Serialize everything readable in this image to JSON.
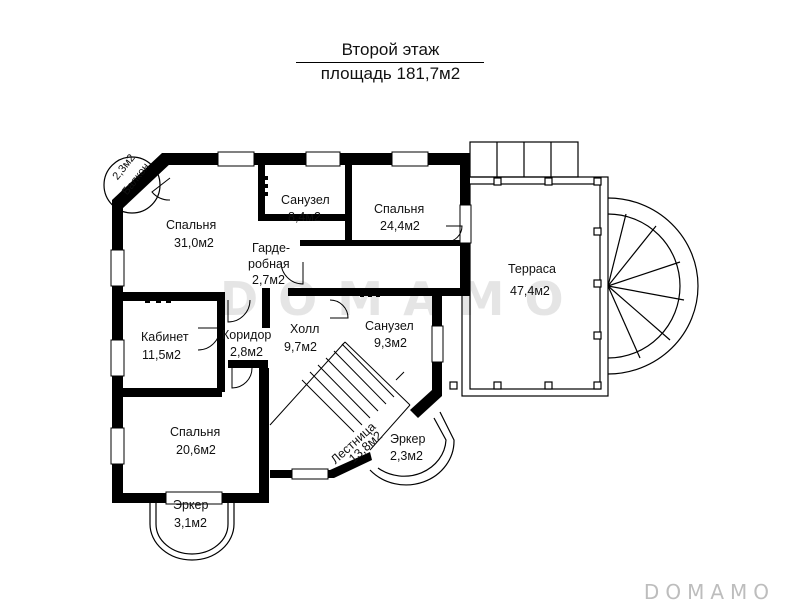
{
  "header": {
    "title": "Второй этаж",
    "area": "площадь 181,7м2"
  },
  "rooms": {
    "balcony": {
      "name": "Балкон",
      "area": "2,3м2"
    },
    "bedroom1": {
      "name": "Спальня",
      "area": "31,0м2"
    },
    "bath1": {
      "name": "Санузел",
      "area": "8,4м2"
    },
    "bedroom2": {
      "name": "Спальня",
      "area": "24,4м2"
    },
    "wardrobe": {
      "name1": "Гарде-",
      "name2": "робная",
      "area": "2,7м2"
    },
    "terrace": {
      "name": "Терраса",
      "area": "47,4м2"
    },
    "office": {
      "name": "Кабинет",
      "area": "11,5м2"
    },
    "corridor": {
      "name": "Коридор",
      "area": "2,8м2"
    },
    "hall": {
      "name": "Холл",
      "area": "9,7м2"
    },
    "bath2": {
      "name": "Санузел",
      "area": "9,3м2"
    },
    "bedroom3": {
      "name": "Спальня",
      "area": "20,6м2"
    },
    "bay1": {
      "name": "Эркер",
      "area": "2,3м2"
    },
    "stairs": {
      "name": "Лестница",
      "area": "13,8м2"
    },
    "bay2": {
      "name": "Эркер",
      "area": "3,1м2"
    }
  },
  "watermark": "DOMAMO",
  "brand": "DOMAMO"
}
